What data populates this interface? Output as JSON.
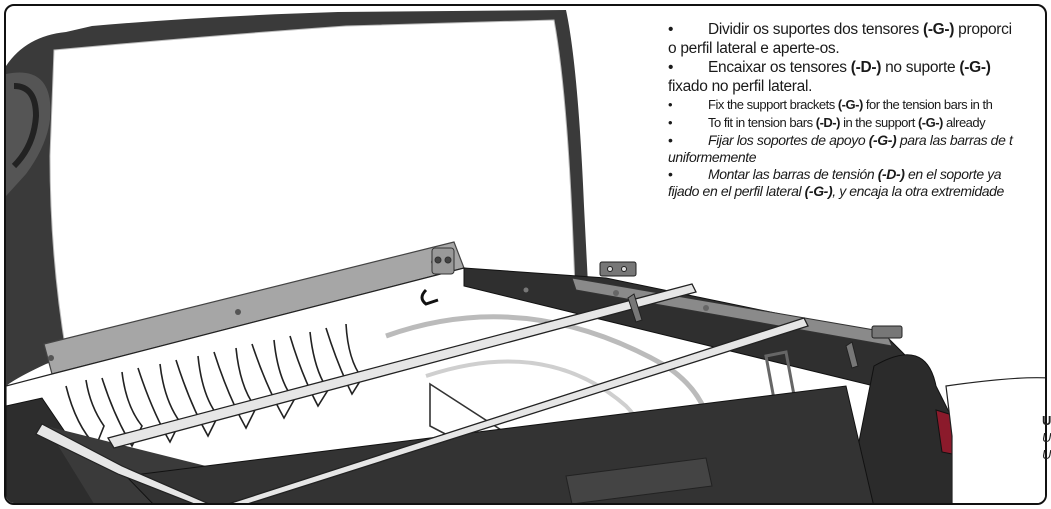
{
  "instructions": {
    "pt": [
      {
        "bullet": "•",
        "parts": [
          "Dividir os suportes dos tensores ",
          "(-G-)",
          " proporci"
        ],
        "cont": "o perfil lateral e aperte-os."
      },
      {
        "bullet": "•",
        "parts": [
          "Encaixar os tensores ",
          "(-D-)",
          " no suporte ",
          "(-G-)"
        ],
        "cont": "fixado no perfil lateral."
      }
    ],
    "en": [
      {
        "bullet": "•",
        "parts": [
          "Fix the support brackets ",
          "(-G-)",
          " for the tension bars in th"
        ]
      },
      {
        "bullet": "•",
        "parts": [
          "To fit in tension bars ",
          "(-D-)",
          " in the support ",
          "(-G-)",
          " already "
        ]
      }
    ],
    "es": [
      {
        "bullet": "•",
        "parts": [
          "Fijar los soportes de apoyo ",
          "(-G-)",
          " para las barras de t"
        ],
        "cont": "uniformemente"
      },
      {
        "bullet": "•",
        "parts": [
          "Montar las barras de tensión ",
          "(-D-)",
          " en el soporte ya"
        ],
        "cont_parts": [
          "fijado en el perfil lateral ",
          "(-G-)",
          ", y encaja  la otra extremidade"
        ]
      }
    ]
  },
  "side_labels": [
    "U",
    "U",
    "U"
  ],
  "colors": {
    "frame": "#111111",
    "panel_dark": "#2a2a2a",
    "rail_grey": "#9a9a9a",
    "bar_light": "#e6e6e6",
    "tailgate_red": "#8b1a2b"
  }
}
